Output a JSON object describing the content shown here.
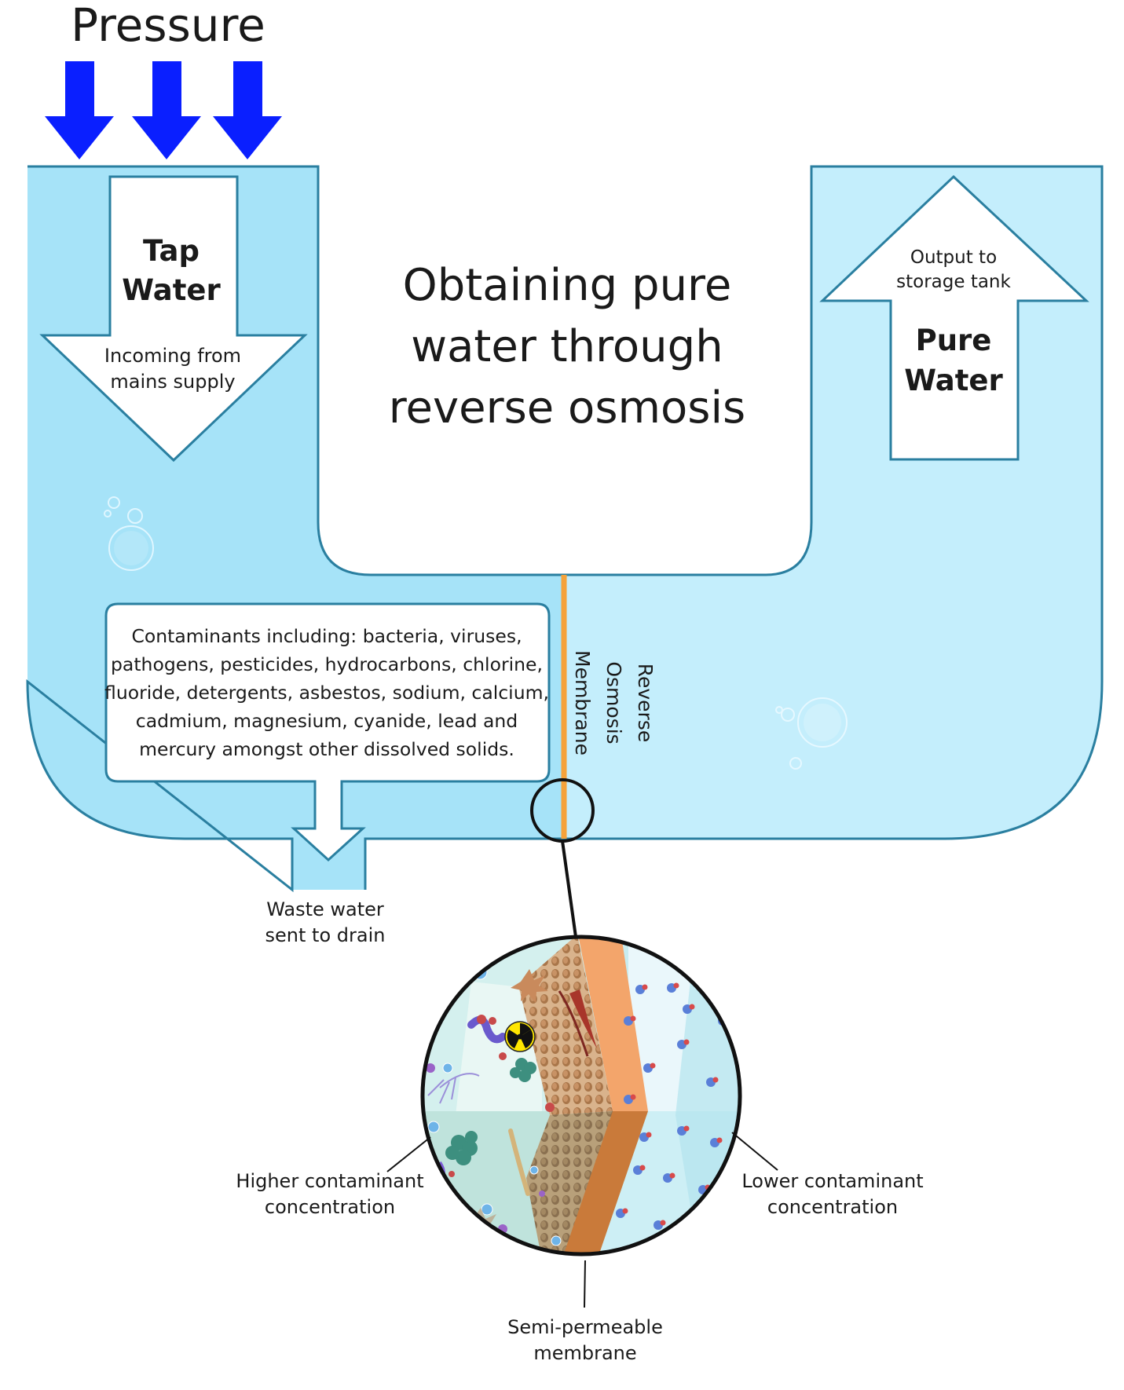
{
  "pressure_label": "Pressure",
  "tap_water": {
    "title_line1": "Tap",
    "title_line2": "Water",
    "sub_line1": "Incoming from",
    "sub_line2": "mains supply"
  },
  "title": {
    "line1": "Obtaining pure",
    "line2": "water through",
    "line3": "reverse osmosis"
  },
  "pure_water": {
    "sub_line1": "Output to",
    "sub_line2": "storage tank",
    "title_line1": "Pure",
    "title_line2": "Water"
  },
  "contaminants": {
    "line1": "Contaminants including: bacteria, viruses,",
    "line2": "pathogens, pesticides, hydrocarbons, chlorine,",
    "line3": "fluoride, detergents, asbestos, sodium, calcium,",
    "line4": "cadmium, magnesium, cyanide, lead and",
    "line5": "mercury amongst other dissolved solids."
  },
  "membrane_label": {
    "line1": "Reverse",
    "line2": "Osmosis",
    "line3": "Membrane"
  },
  "waste": {
    "line1": "Waste water",
    "line2": "sent to drain"
  },
  "higher": {
    "line1": "Higher contaminant",
    "line2": "concentration"
  },
  "lower": {
    "line1": "Lower contaminant",
    "line2": "concentration"
  },
  "semi": {
    "line1": "Semi-permeable",
    "line2": "membrane"
  },
  "colors": {
    "pressure_arrow": "#0a1fff",
    "left_water": "#a6e3f8",
    "right_water": "#c4eefc",
    "outline": "#2a7fa0",
    "membrane": "#f5a23a",
    "membrane_dark": "#c9782e"
  }
}
